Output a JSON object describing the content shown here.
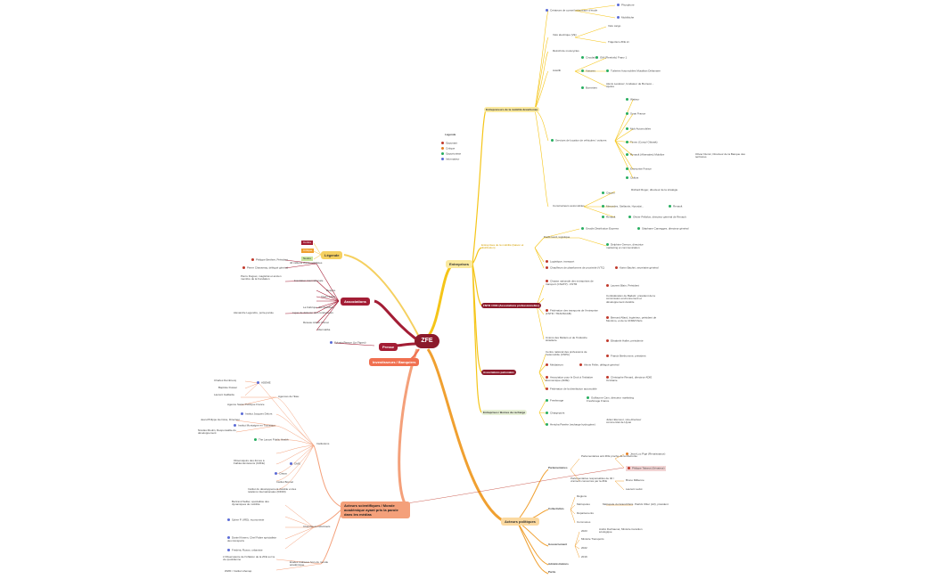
{
  "center": "ZFE",
  "colors": {
    "center": "#8b1a2b",
    "entreprises": "#f5c518",
    "acteurs_politiques": "#f0a030",
    "acteurs_scientifiques": "#f4a07a",
    "associations": "#a31d35",
    "presse": "#a31d35",
    "legende": "#f5d060",
    "investisseurs": "#f07050",
    "red": "#c0392b",
    "orange": "#e67e22",
    "green": "#27ae60",
    "blue": "#5b6bd6",
    "link": "#c0392b",
    "section_fill_entreprises": "#fbeaa0",
    "section_fill_dark": "#8b1a2b",
    "section_fill_green": "#e7f0d6"
  },
  "main_branches": {
    "entreprises": "Entreprises",
    "acteurs_politiques": "Acteurs politiques",
    "acteurs_scientifiques": "Acteurs scientifiques / Monde académique ayant pris la parole dans les médias",
    "associations": "Associations",
    "presse": "Presse",
    "legende": "Légende",
    "investisseurs": "Investisseurs / Banquiers"
  },
  "legend_box": {
    "title": "Légende",
    "items": [
      {
        "label": "Opposant",
        "color": "#c0392b"
      },
      {
        "label": "Critique",
        "color": "#e67e22"
      },
      {
        "label": "Opportuniste",
        "color": "#27ae60"
      },
      {
        "label": "Informateur",
        "color": "#5b6bd6"
      }
    ]
  },
  "legende_items": [
    "Contre",
    "Critique",
    "Neutre"
  ],
  "entreprises": {
    "sections": [
      {
        "label": "Entrepreneurs de la mobilité décarbonée",
        "children": [
          {
            "label": "Créateurs de conseil et bureaux d'étude",
            "subs": [
              "Phosphore",
              "Mobilitiche"
            ]
          },
          {
            "label": "Vélo électrique (VE)",
            "subs": [
              "Vélo cargo",
              "Trajet Eco ZFE ici"
            ]
          },
          {
            "label": "Rétrofit de motocycles"
          },
          {
            "label": "Autolib",
            "subs": [
              "Circulation",
              "GM (Fleetinfo) Franz 1",
              "Voitures",
              "Tuileries Automobiles Mutalitan Delamaire",
              "Bornettes",
              "Alexis Lecalvez, fondateur de Borneco - Ajudev"
            ]
          },
          {
            "label": "Services de location de véhicules / voitures",
            "subs": [
              "Wattsur",
              "Smat France",
              "Mob Automobiles",
              "Times (Comp/ Obiwak)",
              "Renault (Aftersales) Mobilize",
              "Olivier Dumic, Directeur de la Banque des territoires",
              "Entreprise France",
              "Cultiva"
            ]
          },
          {
            "label": "Constructeurs automobiles",
            "subs": [
              "Citroën",
              "Richard Roger, directeur de la stratégie",
              "Mercedes, Stellantis, Hyundai...",
              "Renault",
              "Olivier Pellafos, directeur général de Renault"
            ]
          }
        ]
      },
      {
        "label": "Entreprises de la mobilité (liaison et distribution)",
        "children": [
          {
            "label": "Poids lourd, logistique",
            "subs": [
              "Geodis Distribution Express",
              "Stéphane Camegges, directeur général",
              "Delphine Gerrum, directrice marketing et communication"
            ]
          },
          {
            "label": "Logistique, transport"
          },
          {
            "label": "Chauffeurs de plateformes de proximité (VTC)",
            "subs": [
              "Karim Bachiri, secrétaire général"
            ]
          }
        ]
      },
      {
        "label": "FNTR / FNC (Associations professionnelles)",
        "children": [
          {
            "label": "Chasse nationale des entreprises de transport (CNATP) - FNTR",
            "subs": [
              "Laurent Blain, Président"
            ]
          },
          {
            "label": "Confédération de Badwiz, président de la commission environnement et développement durable",
            "subs": [
              "Bernard Allard, Ingénieur, président de Montimo, et de la CFMM Paris"
            ]
          },
          {
            "label": "Fédération des transports de l'entreprise (FNTR / TRANSCAB)"
          },
          {
            "label": "Unions des Métiers et de l'Industrie Hôtellerie",
            "subs": [
              "Elisabeth Haller, présidente"
            ]
          }
        ]
      },
      {
        "label": "Associations patronales",
        "children": [
          {
            "label": "Centre national des professions de l'automobile (CNPA)",
            "subs": [
              "Franck Berthomme, président"
            ]
          },
          {
            "label": "Médiateurs",
            "subs": [
              "Alexis Feller, délégué général"
            ]
          },
          {
            "label": "Association pour le Droit à l'Initiative Économique (ADIE)",
            "subs": [
              "Christophe Renard, directeur ADIE Occitanie"
            ]
          },
          {
            "label": "Fédération de la distribution automobile"
          }
        ]
      },
      {
        "label": "Entreprises / Bornes de recharge",
        "children": [
          {
            "label": "Freshmage",
            "subs": [
              "Guillaume Cam, directeur marketing Freshmage France"
            ]
          },
          {
            "label": "Chargepoint"
          },
          {
            "label": "Hertcha Parehe (recharge hydrogène)",
            "subs": [
              "Julien Elemoor, vice-directeur commercial de Hynai"
            ]
          }
        ]
      }
    ]
  },
  "acteurs_politiques": {
    "sections": [
      {
        "label": "Parlementaires",
        "subs": [
          "Parlementaires anti ZFE proche de la Macronie",
          "Jean-Luc Pigé (Renaissance)",
          "Philippe Tabarot (Sénateur)",
          "Bruno Millienne",
          "Laurent Ledot",
          "Parlementaires responsables de 40 / vraiment concernés par la ZFE"
        ]
      },
      {
        "label": "Collectivités",
        "subs": [
          "Régions",
          "Métropoles",
          "Métropole du Grand Paris",
          "Patrick Ollier (LR), président",
          "Départements",
          "Communes"
        ]
      },
      {
        "label": "Gouvernement",
        "subs": [
          "2023",
          "André Duchaunet, Ministre transition écologique",
          "Ministre Transports",
          "2022",
          "2019"
        ]
      },
      {
        "label": "Administrations"
      },
      {
        "label": "Partis"
      }
    ]
  },
  "acteurs_scientifiques": {
    "sections": [
      {
        "label": "Institutions",
        "subs": [
          "ADEME",
          "Charles Dembrecq",
          "Baptiste Dusser",
          "Laurent Gaillarde",
          "Agences de l'Eau",
          "Agence Santé Publique France",
          "Institut Jacques Delors",
          "Institut Montaigne en Transition",
          "Jean-Philippe Hermine, Directeur",
          "Nicolas Moulin, Responsable du développement",
          "The Lancet Public Health",
          "OMS",
          "Observatoire des Zones à Faibles Émissions (OZFE)",
          "Citepa",
          "Institut Bonnel",
          "Institut du développement durable et des relations internationales (IDDRI)"
        ]
      },
      {
        "label": "Chercheurs individuels",
        "subs": [
          "Bertrand Sellier, spécialiste des dynamiques de mobilité",
          "Sylvie P. (IRD), économiste",
          "Daniel Kirwen, Chef Fabre spécialiste des transports",
          "Frédéric Rozan, urbaniste"
        ]
      },
      {
        "label": "Études réalisées hors du monde académique",
        "subs": [
          "L'Observatoire de l'inflation de la ZFE sur la vie quotidienne",
          "WWF / Institut Lifemap"
        ]
      }
    ]
  },
  "associations": {
    "items": [
      {
        "label": "40 millions d'automobilistes",
        "subs": [
          "Philippe Berthier, Président",
          "Pierre Chasseray, délégué général"
        ]
      },
      {
        "label": "Fondation Internationale",
        "subs": [
          "Pierre Duguet, magistrat et ancien membre de la Fondation"
        ]
      },
      {
        "label": "Respire"
      },
      {
        "label": "Clean Cities"
      },
      {
        "label": "La Fabrique des Mobilités"
      },
      {
        "label": "Ligue de défense des conducteurs",
        "subs": [
          "Alexandre Legendre, porte-parole"
        ]
      },
      {
        "label": "Réseau Action Climat"
      },
      {
        "label": "Alternatiba"
      }
    ]
  },
  "presse": {
    "items": [
      "Sylvain Person (Le Figaro)"
    ]
  }
}
